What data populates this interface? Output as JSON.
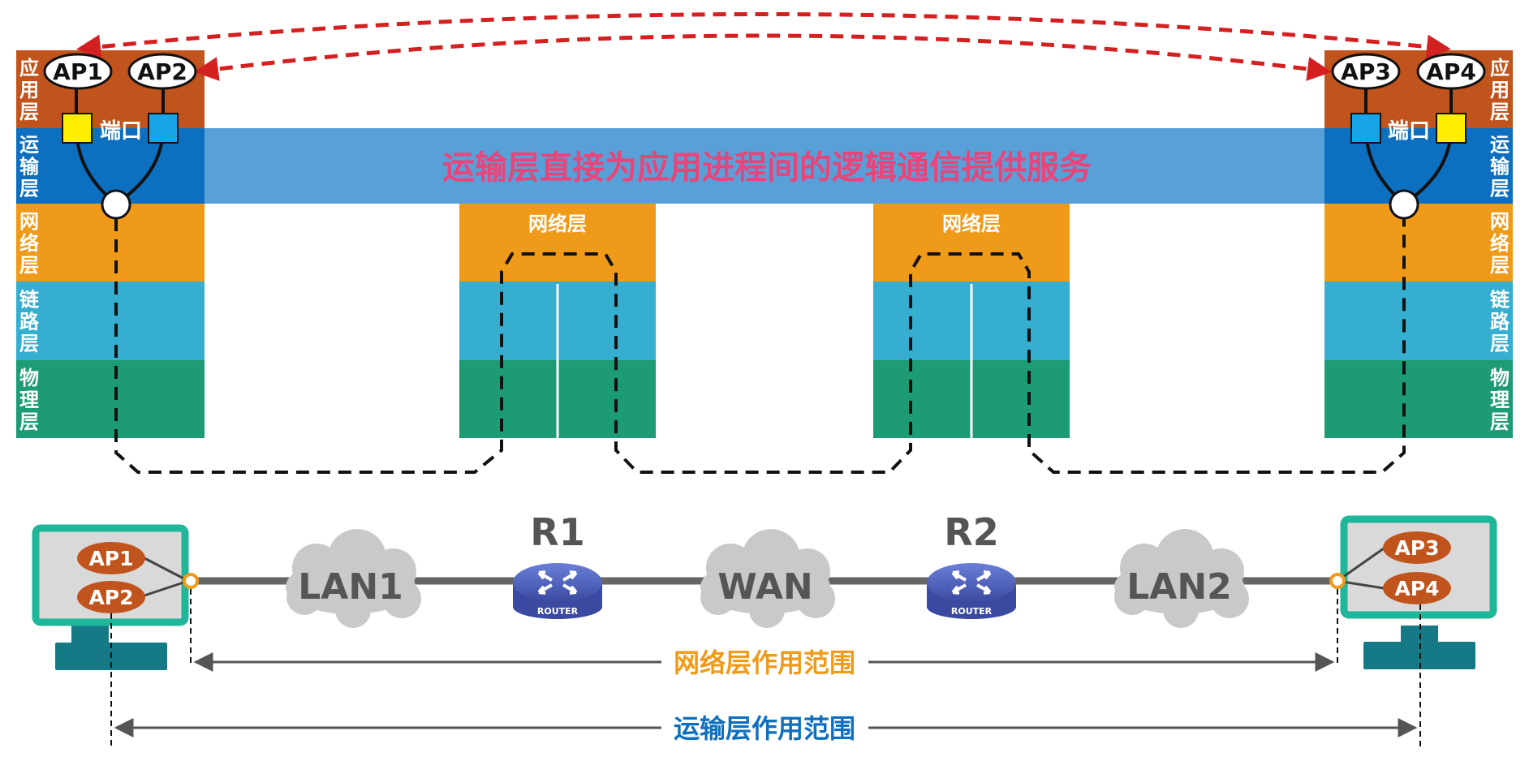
{
  "layers": {
    "application": "应用层",
    "transport": "运输层",
    "network": "网络层",
    "link": "链路层",
    "physical": "物理层"
  },
  "processes": {
    "ap1": "AP1",
    "ap2": "AP2",
    "ap3": "AP3",
    "ap4": "AP4"
  },
  "port_label": "端口",
  "banner_text": "运输层直接为应用进程间的逻辑通信提供服务",
  "routers": {
    "r1": "R1",
    "r2": "R2",
    "router_caption": "ROUTER"
  },
  "clouds": {
    "lan1": "LAN1",
    "wan": "WAN",
    "lan2": "LAN2"
  },
  "scopes": {
    "network": "网络层作用范围",
    "transport": "运输层作用范围"
  },
  "colors": {
    "application": "#c0541c",
    "transport": "#0d6fbf",
    "banner": "#5aa0d8",
    "network": "#f09a1a",
    "link": "#36aed0",
    "physical": "#1c9b74",
    "banner_text": "#e8457a",
    "network_scope": "#f09a1a",
    "transport_scope": "#0d6fbf",
    "host_frame": "#20b69a",
    "ap_oval": "#c0541c",
    "port_yellow": "#ffee00",
    "port_blue": "#18a5e8",
    "router": "#4a5cb8",
    "cloud": "#c9c9c9"
  }
}
